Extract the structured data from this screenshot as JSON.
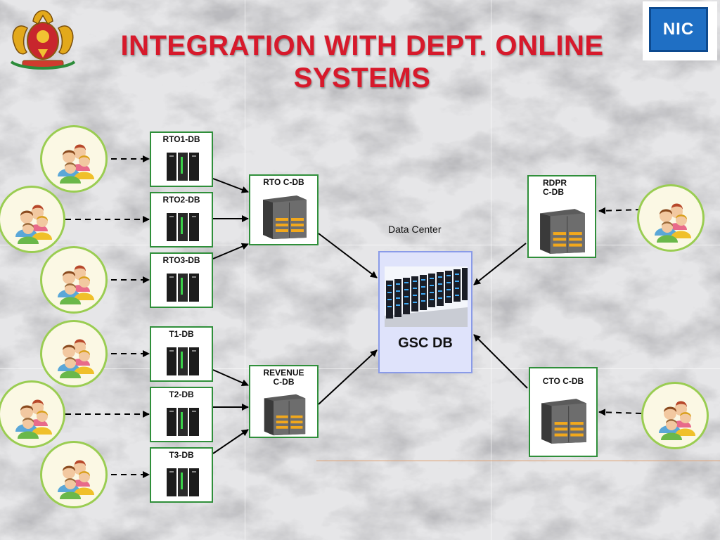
{
  "title_line1": "INTEGRATION WITH DEPT. ONLINE",
  "title_line2": "SYSTEMS",
  "logo_text": "NIC",
  "data_center_label": "Data Center",
  "gsc_label": "GSC DB",
  "rto_group": [
    "RTO1-DB",
    "RTO2-DB",
    "RTO3-DB"
  ],
  "t_group": [
    "T1-DB",
    "T2-DB",
    "T3-DB"
  ],
  "rto_central": "RTO C-DB",
  "revenue_central_line1": "REVENUE",
  "revenue_central_line2": "C-DB",
  "rdpr_line1": "RDPR",
  "rdpr_line2": "C-DB",
  "cto_central": "CTO C-DB",
  "colors": {
    "title": "#d7192b",
    "box_border": "#2f8f3a",
    "gsc_fill": "#dfe3fb",
    "people_border": "#9acd52"
  }
}
